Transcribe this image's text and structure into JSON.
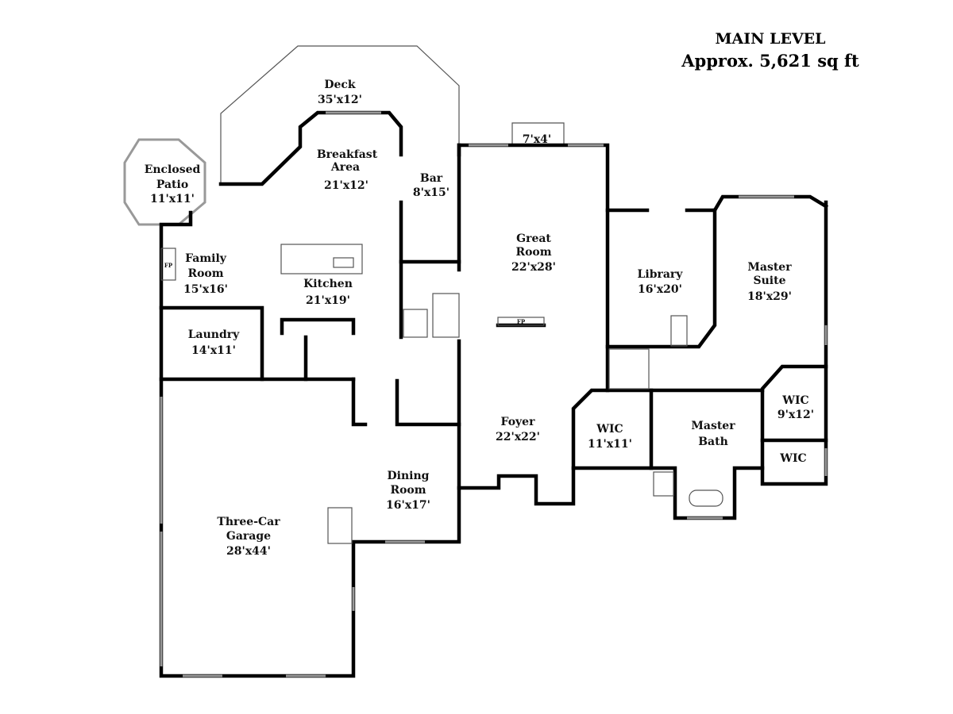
{
  "header": {
    "title": "MAIN LEVEL",
    "subtitle": "Approx. 5,621 sq ft"
  },
  "rooms": {
    "deck": {
      "name": "Deck",
      "size": "35'x12'"
    },
    "enclosed_patio": {
      "name1": "Enclosed",
      "name2": "Patio",
      "size": "11'x11'"
    },
    "breakfast": {
      "name1": "Breakfast",
      "name2": "Area",
      "size": "21'x12'"
    },
    "bar": {
      "name": "Bar",
      "size": "8'x15'"
    },
    "bay": {
      "size": "7'x4'"
    },
    "great_room": {
      "name1": "Great",
      "name2": "Room",
      "size": "22'x28'"
    },
    "family_room": {
      "name1": "Family",
      "name2": "Room",
      "size": "15'x16'"
    },
    "kitchen": {
      "name": "Kitchen",
      "size": "21'x19'"
    },
    "laundry": {
      "name": "Laundry",
      "size": "14'x11'"
    },
    "library": {
      "name": "Library",
      "size": "16'x20'"
    },
    "master_suite": {
      "name1": "Master",
      "name2": "Suite",
      "size": "18'x29'"
    },
    "foyer": {
      "name": "Foyer",
      "size": "22'x22'"
    },
    "wic_left": {
      "name": "WIC",
      "size": "11'x11'"
    },
    "master_bath": {
      "name1": "Master",
      "name2": "Bath"
    },
    "wic_right": {
      "name": "WIC",
      "size": "9'x12'"
    },
    "wic_small": {
      "name": "WIC"
    },
    "dining": {
      "name1": "Dining",
      "name2": "Room",
      "size": "16'x17'"
    },
    "garage": {
      "name1": "Three-Car",
      "name2": "Garage",
      "size": "28'x44'"
    }
  },
  "fixtures": {
    "fireplace": "FP"
  }
}
